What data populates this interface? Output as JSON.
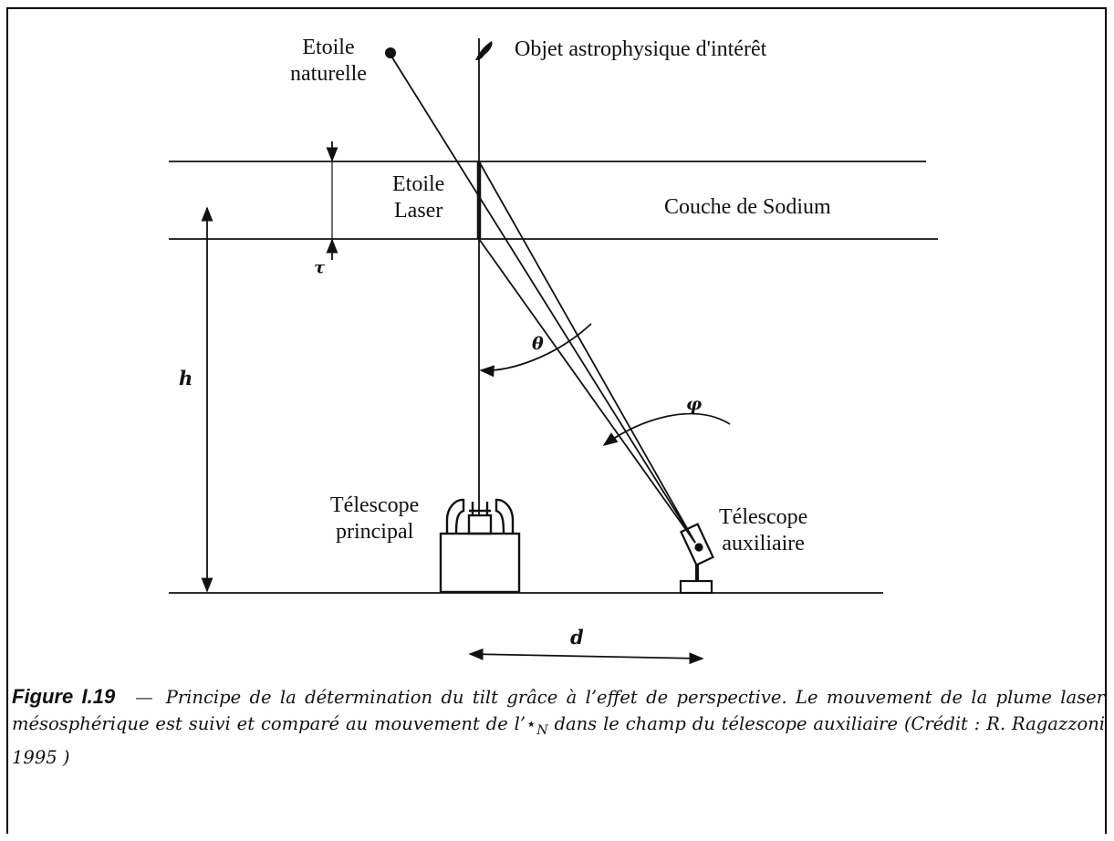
{
  "labels": {
    "natural_star": "Etoile\nnaturelle",
    "object": "Objet astrophysique d'intérêt",
    "laser_star": "Etoile\nLaser",
    "sodium_layer": "Couche de Sodium",
    "main_telescope": "Télescope\nprincipal",
    "aux_telescope": "Télescope\nauxiliaire"
  },
  "symbols": {
    "h": "h",
    "tau": "τ",
    "theta": "θ",
    "phi": "φ",
    "d": "d"
  },
  "caption": {
    "number": "Figure I.19",
    "dash": "—",
    "text": "Principe de la détermination du tilt grâce à l’effet de perspective. Le mouvement de la plume laser mésosphérique est suivi et comparé au mouvement de l’",
    "star_symbol": "⋆",
    "star_subscript": "N",
    "text_end": " dans le champ du télescope auxiliaire (Crédit : R. Ragazzoni 1995 )"
  }
}
